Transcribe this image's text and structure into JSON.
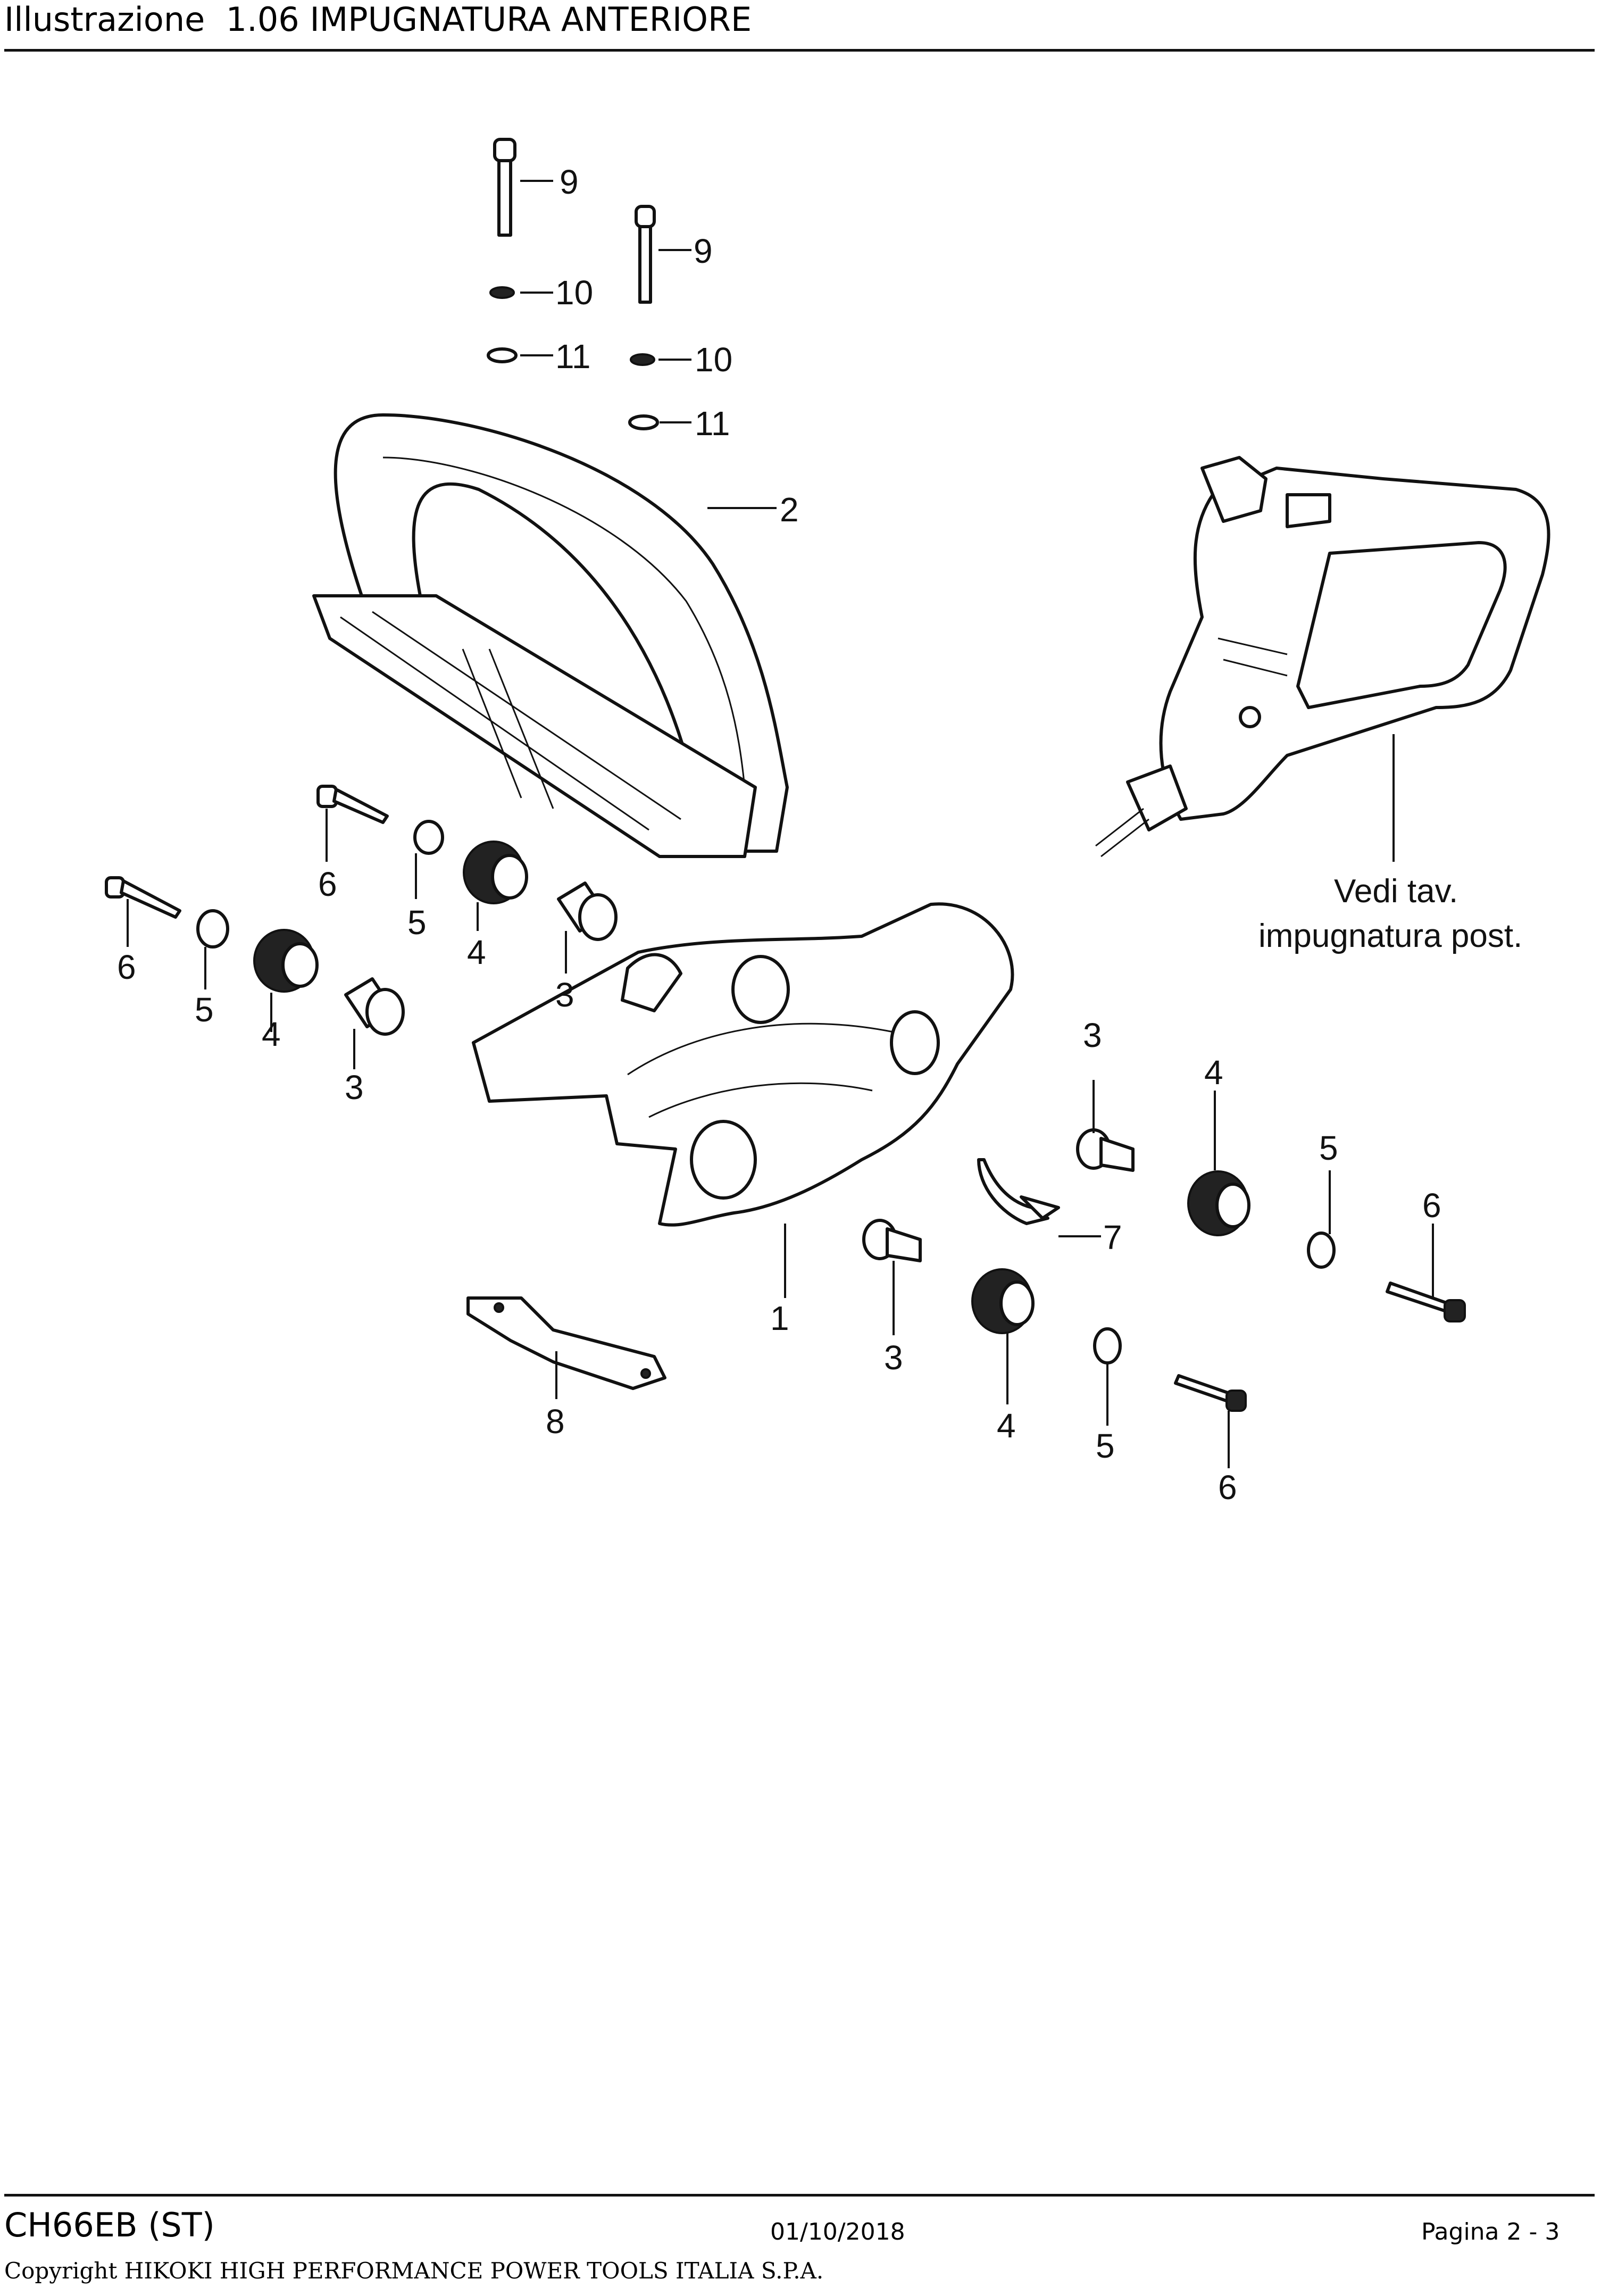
{
  "header": {
    "title": "Illustrazione  1.06 IMPUGNATURA ANTERIORE"
  },
  "diagram": {
    "callouts": [
      "9",
      "10",
      "11",
      "9",
      "10",
      "11",
      "2",
      "6",
      "5",
      "4",
      "3",
      "6",
      "5",
      "4",
      "3",
      "1",
      "3",
      "4",
      "5",
      "6",
      "7",
      "3",
      "4",
      "5",
      "6",
      "8"
    ],
    "note_line1": "Vedi tav.",
    "note_line2": "impugnatura post."
  },
  "footer": {
    "model": "CH66EB (ST)",
    "date": "01/10/2018",
    "page": "Pagina 2 - 3",
    "copyright": "Copyright HIKOKI HIGH PERFORMANCE POWER TOOLS ITALIA S.P.A."
  }
}
